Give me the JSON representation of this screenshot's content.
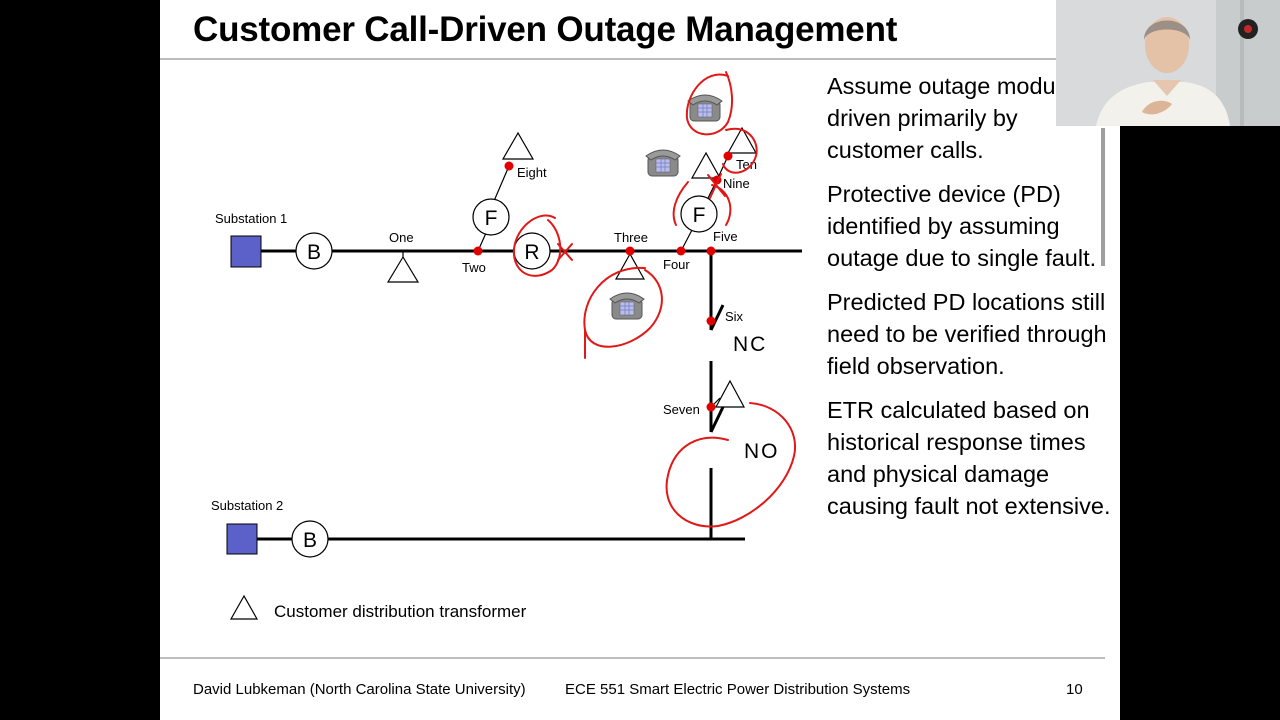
{
  "slide": {
    "title": "Customer Call-Driven Outage Management",
    "bullets": [
      "Assume outage module driven primarily by customer calls.",
      "Protective device (PD) identified by assuming outage due to single fault.",
      "Predicted PD locations still need to be verified through field observation.",
      "ETR calculated based on historical response times and physical damage causing fault not extensive."
    ],
    "footer": {
      "author": "David Lubkeman (North Carolina State University)",
      "course": "ECE 551 Smart Electric Power Distribution Systems",
      "page": "10"
    }
  },
  "diagram": {
    "substation_1": "Substation 1",
    "substation_2": "Substation 2",
    "breaker": "B",
    "recloser": "R",
    "fuse": "F",
    "nodes": {
      "one": "One",
      "two": "Two",
      "three": "Three",
      "four": "Four",
      "five": "Five",
      "six": "Six",
      "seven": "Seven",
      "eight": "Eight",
      "nine": "Nine",
      "ten": "Ten"
    },
    "switch_nc": "NC",
    "switch_no": "NO",
    "legend": "Customer distribution transformer"
  },
  "colors": {
    "substation": "#5b61c9",
    "node": "#e00000",
    "ink": "#e01818",
    "phone": "#8a8a8a"
  },
  "icons": {
    "phone": "telephone-icon",
    "transformer": "triangle-icon"
  }
}
